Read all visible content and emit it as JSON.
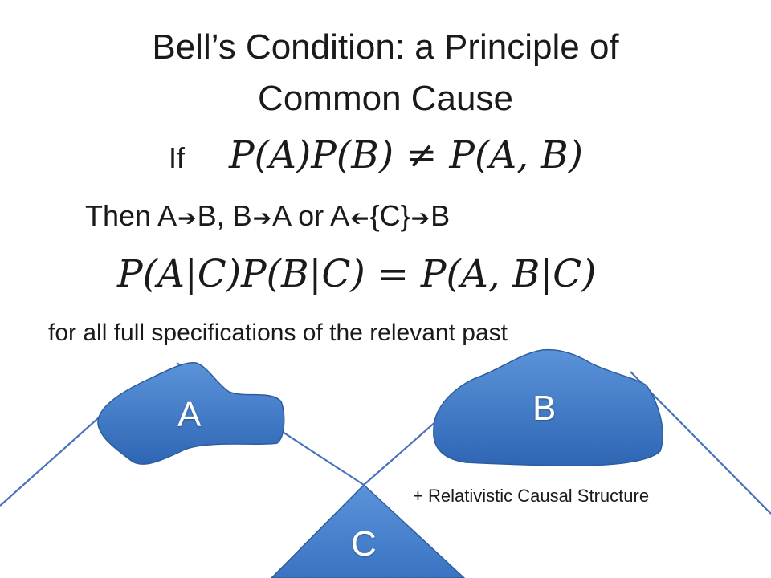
{
  "title": {
    "line1": "Bell’s Condition: a Principle of",
    "line2": "Common Cause"
  },
  "condition": {
    "if_label": "If",
    "inequality": "P(A)P(B) ≠ P(A, B)"
  },
  "then": {
    "prefix": "Then A",
    "p1_end": "B,  B",
    "p2_end": "A  or  A",
    "brace": "{C}",
    "final": "B"
  },
  "screening": {
    "equation": "P(A|C)P(B|C) = P(A, B|C)"
  },
  "qualifier": "for all full specifications of the relevant past",
  "diagram": {
    "region_a": "A",
    "region_b": "B",
    "region_c": "C",
    "note": "+ Relativistic Causal Structure",
    "colors": {
      "region_fill": "#3e78c4",
      "region_stroke": "#2c5d9e",
      "cone_line": "#4a72b8"
    }
  }
}
